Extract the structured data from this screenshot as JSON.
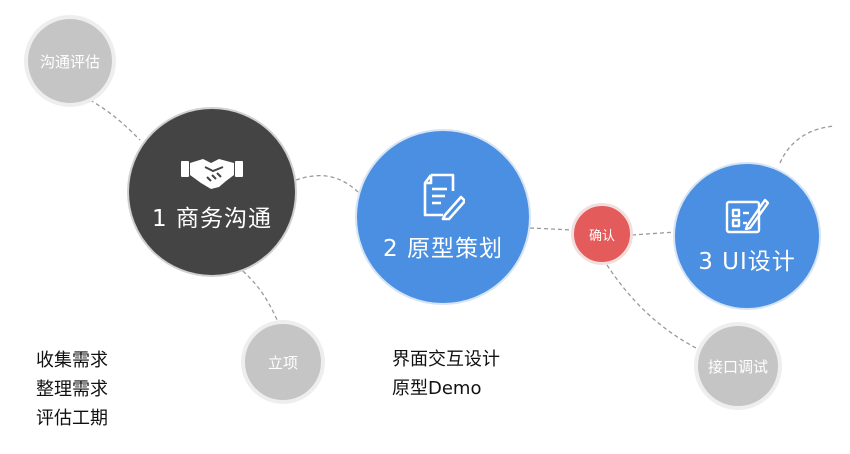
{
  "nodes": {
    "comm_eval": "沟通评估",
    "business": "1 商务沟通",
    "lixiang": "立项",
    "prototype": "2 原型策划",
    "confirm": "确认",
    "ui_design": "3 UI设计",
    "api_debug": "接口调试"
  },
  "notes_left": [
    "收集需求",
    "整理需求",
    "评估工期"
  ],
  "notes_mid": [
    "界面交互设计",
    "原型Demo"
  ],
  "icons": {
    "business": "handshake-icon",
    "prototype": "document-pen-icon",
    "ui_design": "design-board-icon"
  },
  "colors": {
    "dark_node": "#444444",
    "blue_node": "#4a8fe1",
    "red_node": "#e35b5b",
    "grey_node": "#c6c5c6",
    "link": "#999999"
  }
}
